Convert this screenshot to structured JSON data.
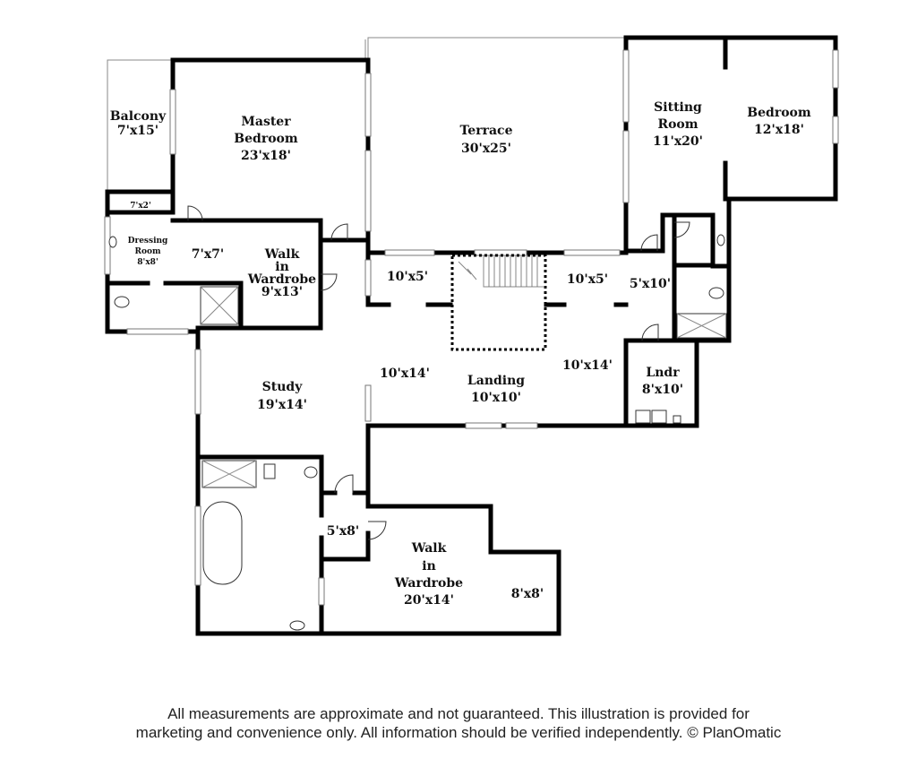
{
  "rooms": {
    "balcony": {
      "name": "Balcony",
      "dim": "7'x15'"
    },
    "master_bedroom": {
      "name_line1": "Master",
      "name_line2": "Bedroom",
      "dim": "23'x18'"
    },
    "terrace": {
      "name": "Terrace",
      "dim": "30'x25'"
    },
    "sitting_room": {
      "name_line1": "Sitting",
      "name_line2": "Room",
      "dim": "11'x20'"
    },
    "bedroom": {
      "name": "Bedroom",
      "dim": "12'x18'"
    },
    "closet_small": {
      "dim": "7'x2'"
    },
    "dressing_room": {
      "name_line1": "Dressing",
      "name_line2": "Room",
      "dim": "8'x8'"
    },
    "bath_master": {
      "dim": "7'x7'"
    },
    "walk_in_wardrobe_1": {
      "name_line1": "Walk",
      "name_line2": "in",
      "name_line3": "Wardrobe",
      "dim": "9'x13'"
    },
    "hall_left": {
      "dim": "10'x5'"
    },
    "hall_right": {
      "dim": "10'x5'"
    },
    "hall_bath": {
      "dim": "5'x10'"
    },
    "landing_left": {
      "dim": "10'x14'"
    },
    "landing": {
      "name": "Landing",
      "dim": "10'x10'"
    },
    "landing_right": {
      "dim": "10'x14'"
    },
    "laundry": {
      "name": "Lndr",
      "dim": "8'x10'"
    },
    "study": {
      "name": "Study",
      "dim": "19'x14'"
    },
    "vestibule": {
      "dim": "5'x8'"
    },
    "walk_in_wardrobe_2": {
      "name_line1": "Walk",
      "name_line2": "in",
      "name_line3": "Wardrobe",
      "dim": "20'x14'"
    },
    "closet_8x8": {
      "dim": "8'x8'"
    }
  },
  "disclaimer": {
    "line1": "All measurements are approximate and not guaranteed. This illustration is provided for",
    "line2": "marketing and convenience only. All information should be verified independently. © PlanOmatic"
  }
}
